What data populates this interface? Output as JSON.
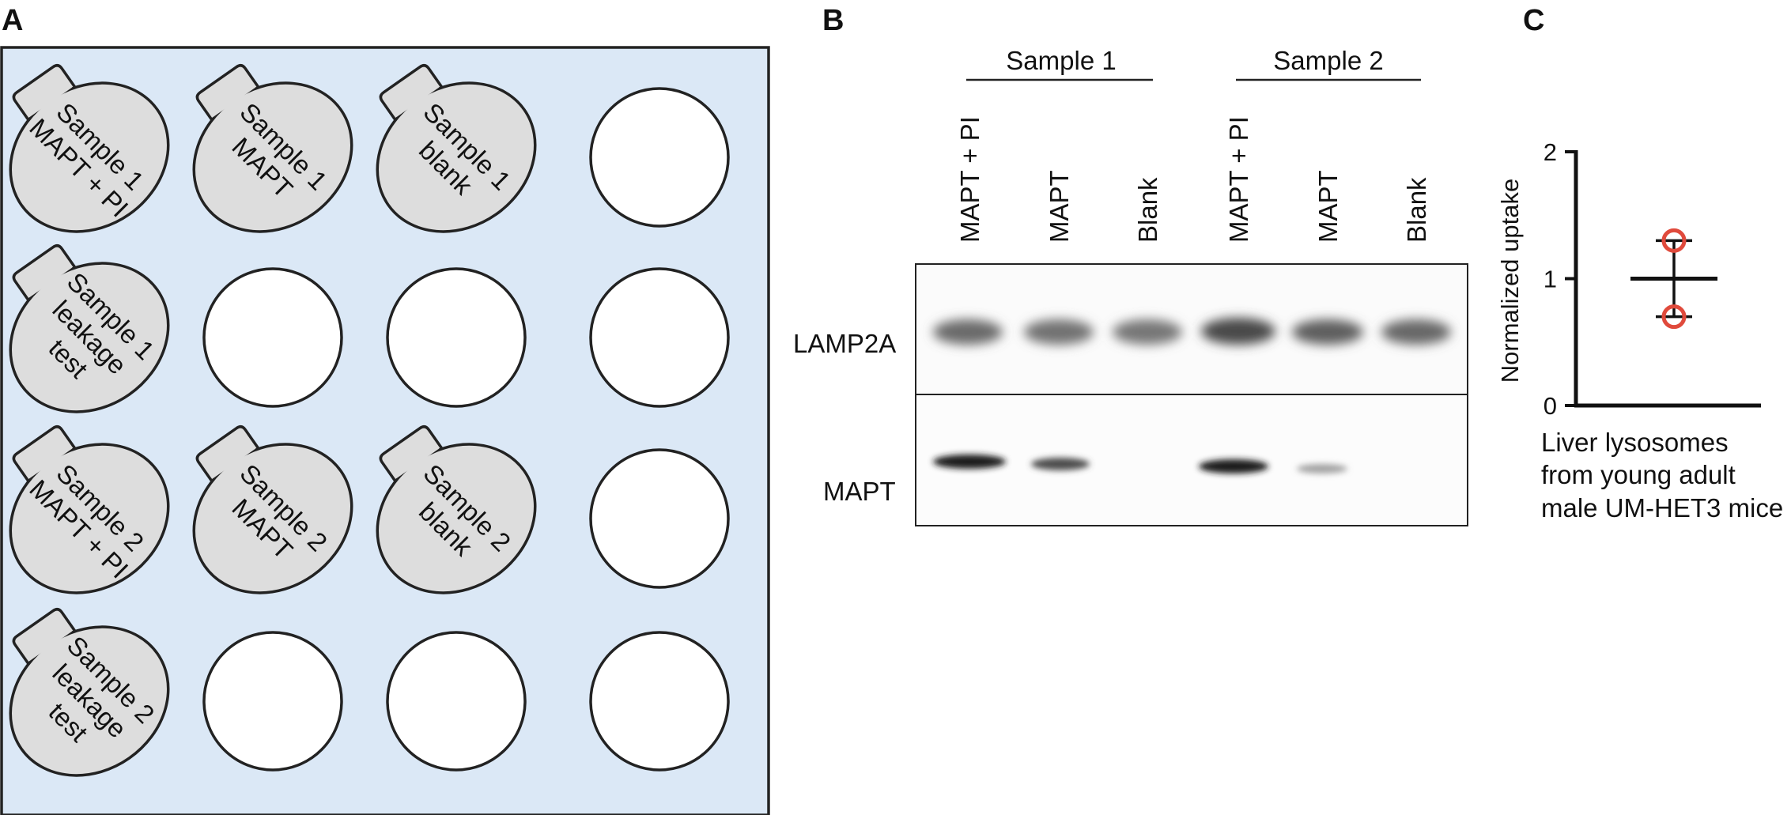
{
  "panels": {
    "a": {
      "letter": "A",
      "plate_color": "#dbe8f6",
      "well_fill_used": "#dddddd",
      "well_fill_empty": "#ffffff",
      "wells": [
        {
          "lines": [
            "Sample 1",
            "MAPT + PI"
          ]
        },
        {
          "lines": [
            "Sample 1",
            "MAPT"
          ]
        },
        {
          "lines": [
            "Sample 1",
            "blank"
          ]
        },
        {
          "lines": []
        },
        {
          "lines": [
            "Sample 1",
            "leakage",
            "test"
          ]
        },
        {
          "lines": []
        },
        {
          "lines": []
        },
        {
          "lines": []
        },
        {
          "lines": [
            "Sample 2",
            "MAPT + PI"
          ]
        },
        {
          "lines": [
            "Sample 2",
            "MAPT"
          ]
        },
        {
          "lines": [
            "Sample 2",
            "blank"
          ]
        },
        {
          "lines": []
        },
        {
          "lines": [
            "Sample 2",
            "leakage",
            "test"
          ]
        },
        {
          "lines": []
        },
        {
          "lines": []
        },
        {
          "lines": []
        }
      ]
    },
    "b": {
      "letter": "B",
      "groups": [
        "Sample 1",
        "Sample 2"
      ],
      "lanes": [
        "MAPT + PI",
        "MAPT",
        "Blank",
        "MAPT + PI",
        "MAPT",
        "Blank"
      ],
      "blots": [
        "LAMP2A",
        "MAPT"
      ]
    },
    "c": {
      "letter": "C",
      "ylabel": "Normalized uptake",
      "caption": [
        "Liver lysosomes",
        "from young adult",
        "male UM-HET3 mice"
      ]
    }
  },
  "chart_data": {
    "type": "scatter",
    "title": "",
    "xlabel": "",
    "ylabel": "Normalized uptake",
    "ylim": [
      0,
      2
    ],
    "yticks": [
      0,
      1,
      2
    ],
    "point_color": "#e04a3c",
    "series": [
      {
        "values": [
          1.3,
          0.7
        ],
        "mean": 1.0,
        "error_bar": [
          0.7,
          1.3
        ]
      }
    ]
  }
}
